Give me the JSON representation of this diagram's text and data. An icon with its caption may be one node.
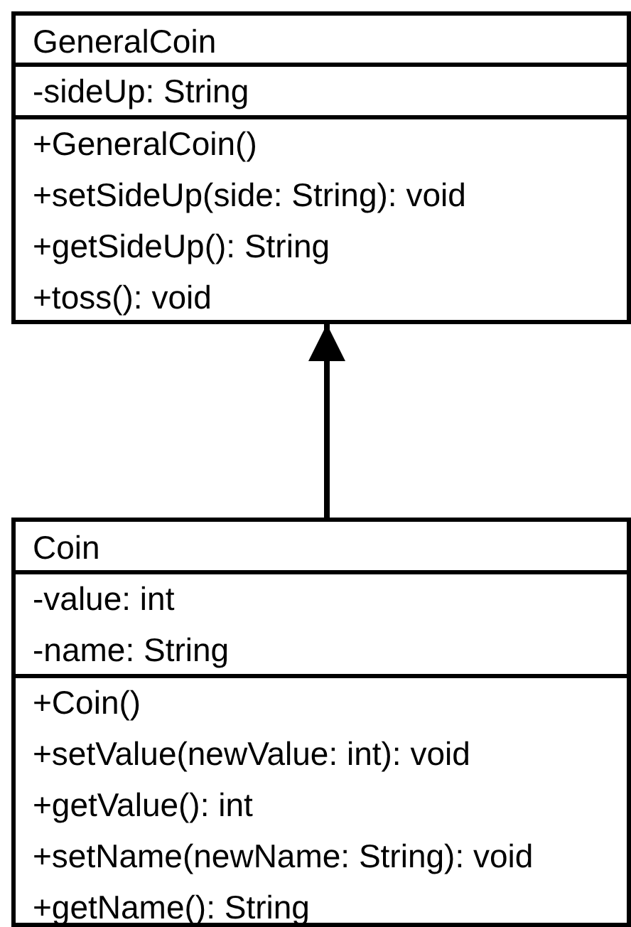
{
  "diagram": {
    "nodes": [
      {
        "text": [
          "GeneralCoin"
        ]
      },
      {
        "text": [
          "-sideUp: String"
        ],
        "in": 0
      },
      {
        "text": [
          "+GeneralCoin()",
          "+setSideUp(side: String): void",
          "+getSideUp(): String",
          "+toss(): void"
        ],
        "in": 0
      },
      {
        "text": [
          "Coin"
        ]
      },
      {
        "text": [
          "-value: int",
          "-name: String"
        ],
        "in": 3
      },
      {
        "text": [
          "+Coin()",
          "+setValue(newValue: int): void",
          "+getValue(): int",
          "+setName(newName: String): void",
          "+getName(): String"
        ],
        "in": 3
      }
    ],
    "edges": [
      {
        "from": 3,
        "to": 0,
        "arrow": "to"
      }
    ]
  }
}
